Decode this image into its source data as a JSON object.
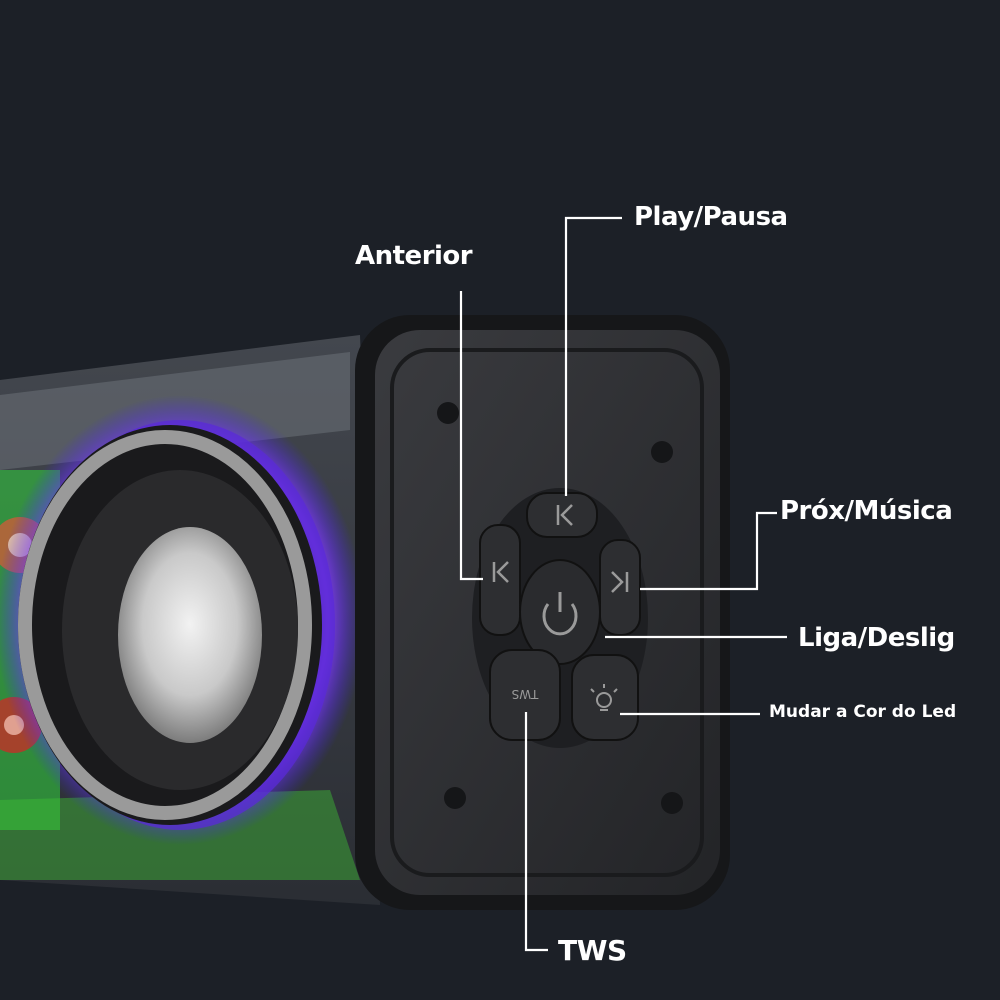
{
  "callouts": {
    "play_pause": "Play/Pausa",
    "previous": "Anterior",
    "next_track": "Próx/Música",
    "power": "Liga/Deslig",
    "led_color": "Mudar a Cor do Led",
    "tws": "TWS"
  },
  "button_icons": {
    "top": "skip-forward-icon",
    "left": "previous-icon",
    "right": "next-icon",
    "center": "power-icon",
    "bottom_left": "tws-text-icon",
    "bottom_right": "light-bulb-icon"
  },
  "button_text": {
    "tws": "TWS"
  },
  "colors": {
    "background": "#1c2027",
    "panel": "#2a2b2e",
    "led_purple": "#7a2cff",
    "led_green": "#2fd43c",
    "label": "#ffffff"
  }
}
